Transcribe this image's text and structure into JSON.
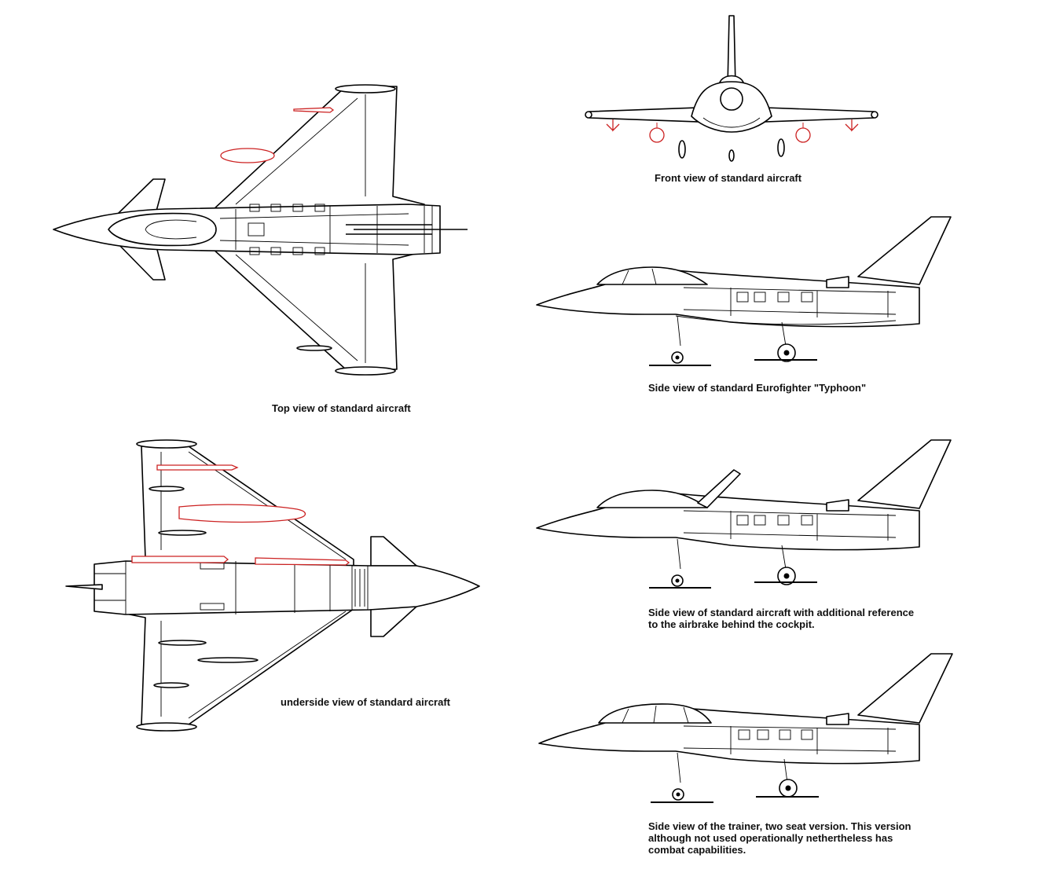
{
  "captions": {
    "top_view": "Top view of standard aircraft",
    "underside_view": "underside  view of standard aircraft",
    "front_view": "Front view of standard aircraft",
    "side_view_1": "Side view of standard Eurofighter \"Typhoon\"",
    "side_view_2": "Side view of standard aircraft with additional reference\nto the airbrake behind the cockpit.",
    "side_view_3": "Side view of the trainer, two seat version. This version\nalthough not used operationally nethertheless has\ncombat capabilities."
  },
  "colors": {
    "line": "#000000",
    "stores": "#cc2222",
    "background": "#ffffff"
  }
}
